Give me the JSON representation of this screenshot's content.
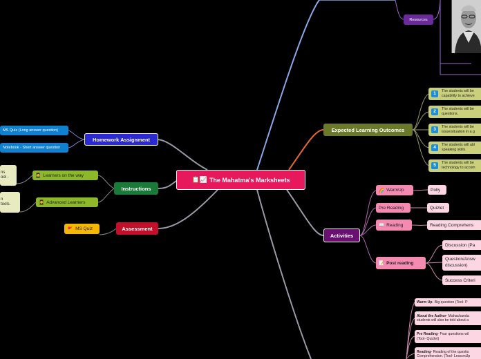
{
  "root": {
    "icons": "📋📈",
    "title": "The Mahatma's Marksheets"
  },
  "branches": {
    "homework": {
      "label": "Homework Assignment",
      "children": [
        "MS Quiz (Long answer question)",
        "Notebook - Short answer question"
      ]
    },
    "instructions": {
      "label": "Instructions",
      "children": [
        {
          "icon": "👩‍🎓",
          "label": "Learners on the way",
          "detail_lines": [
            "ns",
            "ool -"
          ]
        },
        {
          "icon": "👩‍🎓",
          "label": "Advanced Learners",
          "detail_lines": [
            "n",
            "tools."
          ]
        }
      ]
    },
    "assessment": {
      "label": "Assessment",
      "children": [
        {
          "icon": "🚩",
          "label": "MS Quiz"
        }
      ]
    },
    "resources": {
      "label": "Resources"
    },
    "outcomes": {
      "label": "Expected Learning Outcomes",
      "items": [
        {
          "num": "1",
          "lines": [
            "The students will be",
            "capability to achieve"
          ]
        },
        {
          "num": "2",
          "lines": [
            "The students will be",
            "questions."
          ]
        },
        {
          "num": "3",
          "lines": [
            "The students will be",
            "issue/situation in a g"
          ]
        },
        {
          "num": "4",
          "lines": [
            "The students will abl",
            "speaking skills."
          ]
        },
        {
          "num": "5",
          "lines": [
            "The students will be",
            "technology to accom"
          ]
        }
      ]
    },
    "activities": {
      "label": "Activities",
      "items": [
        {
          "icon": "🌈",
          "label": "WarmUp",
          "child": "Polly"
        },
        {
          "icon": "",
          "label": "Pre Reading",
          "child": "Quizlet"
        },
        {
          "icon": "📖",
          "label": "Reading",
          "child": "Reading Comprehens"
        },
        {
          "icon": "📝",
          "label": "Post reading",
          "children": [
            "Discussion (Pa",
            "Question/Answ",
            "discussion)",
            "Success Criteri"
          ]
        }
      ]
    },
    "lesson": {
      "items": [
        {
          "bold": "Warm Up",
          "lines": [
            "-  Big question (Tool- P"
          ]
        },
        {
          "bold": "About the Author",
          "lines": [
            "- Mahachanda",
            "students will also be told about a"
          ]
        },
        {
          "bold": "Pre Reading",
          "lines": [
            "- Four questions wil",
            "(Tool- Quizlet)"
          ]
        },
        {
          "bold": "Reading",
          "lines": [
            "- Reading of the questio",
            "Comprehension. (Tool- LessonUp"
          ]
        }
      ]
    }
  },
  "colors": {
    "root": "#e8185c",
    "homework": "#2a2ad0",
    "instructions": "#1a7a3a",
    "assessment": "#c0102a",
    "resources": "#6a2a9a",
    "outcomes": "#6a7a2a",
    "activities": "#6a1070",
    "quiz_blue": "#1080d0",
    "learner_green": "#8cb82a",
    "flag_yellow": "#f5b800",
    "pink": "#f48ab0",
    "light_pink": "#fcd6e3",
    "outcome_box": "#c9cf7b",
    "num_blue": "#1e8fd6"
  }
}
